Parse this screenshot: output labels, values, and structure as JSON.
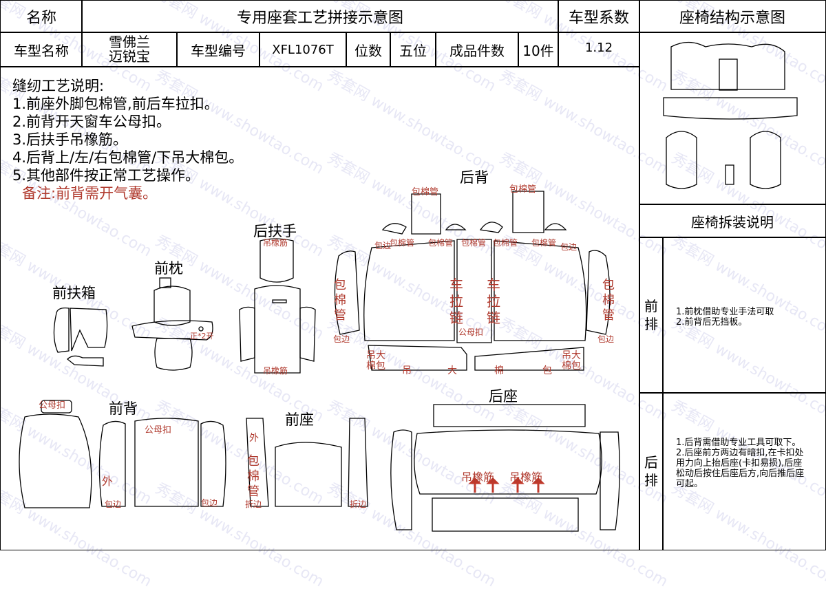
{
  "header": {
    "name_label": "名称",
    "title": "专用座套工艺拼接示意图",
    "coef_label": "车型系数",
    "structure_label": "座椅结构示意图",
    "model_name_label": "车型名称",
    "model_name_line1": "雪佛兰",
    "model_name_line2": "迈锐宝",
    "model_code_label": "车型编号",
    "model_code": "XFL1076T",
    "seats_label": "位数",
    "seats_value": "五位",
    "pieces_label": "成品件数",
    "pieces_value": "10件",
    "coef_value": "1.12"
  },
  "notes": {
    "heading": "缝纫工艺说明:",
    "items": [
      "1.前座外脚包棉管,前后车拉扣。",
      "2.前背开天窗车公母扣。",
      "3.后扶手吊橡筋。",
      "4.后背上/左/右包棉管/下吊大棉包。",
      "5.其他部件按正常工艺操作。"
    ],
    "remark": "备注:前背需开气囊。"
  },
  "sections": {
    "front_armbox": "前扶箱",
    "front_pillow": "前枕",
    "rear_armrest": "后扶手",
    "rear_back": "后背",
    "front_back": "前背",
    "front_seat": "前座",
    "rear_seat": "后座"
  },
  "annotations": {
    "cotton_pipe": "包棉管",
    "binding": "包边",
    "zipper": "车拉链",
    "male_snap": "公母扣",
    "elastic": "吊橡筋",
    "pad_big": "吊大棉包",
    "hang": "吊",
    "big": "大",
    "cotton": "棉",
    "wrap": "包",
    "front2": "正*2开",
    "outer": "外",
    "fold": "折边"
  },
  "disassembly": {
    "title": "座椅拆装说明",
    "front_label": "前排",
    "front_items": [
      "1.前枕借助专业手法可取",
      "2.前背后无挡板。"
    ],
    "rear_label": "后排",
    "rear_items": [
      "1.后背需借助专业工具可取下。",
      "2.后座前方两边有暗扣,在卡扣处用力向上抬后座(卡扣易损),后座松动后按住后座后方,向后推后座可起。"
    ]
  },
  "watermark": {
    "text": "秀套网 www.showtao.com"
  },
  "colors": {
    "annotation_red": "#b03a2e",
    "line": "#000000"
  }
}
